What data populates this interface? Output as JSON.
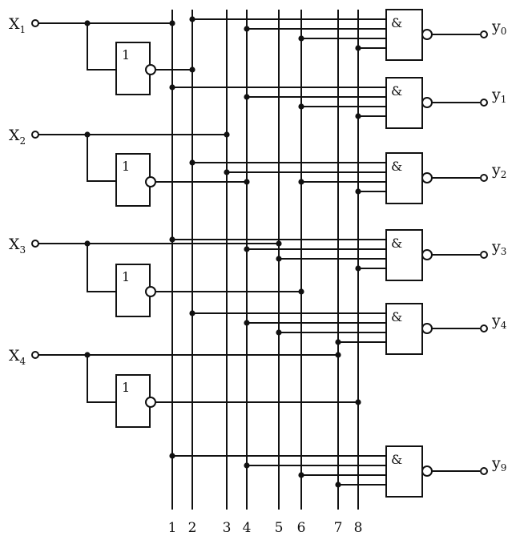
{
  "inputs": [
    {
      "letter": "X",
      "index": "1"
    },
    {
      "letter": "X",
      "index": "2"
    },
    {
      "letter": "X",
      "index": "3"
    },
    {
      "letter": "X",
      "index": "4"
    }
  ],
  "outputs": [
    {
      "letter": "y",
      "index": "0"
    },
    {
      "letter": "y",
      "index": "1"
    },
    {
      "letter": "y",
      "index": "2"
    },
    {
      "letter": "y",
      "index": "3"
    },
    {
      "letter": "y",
      "index": "4"
    },
    {
      "letter": "y",
      "index": "9"
    }
  ],
  "not_gate_symbol": "1",
  "and_gate_symbol": "&",
  "bus_labels": [
    "1",
    "2",
    "3",
    "4",
    "5",
    "6",
    "7",
    "8"
  ]
}
